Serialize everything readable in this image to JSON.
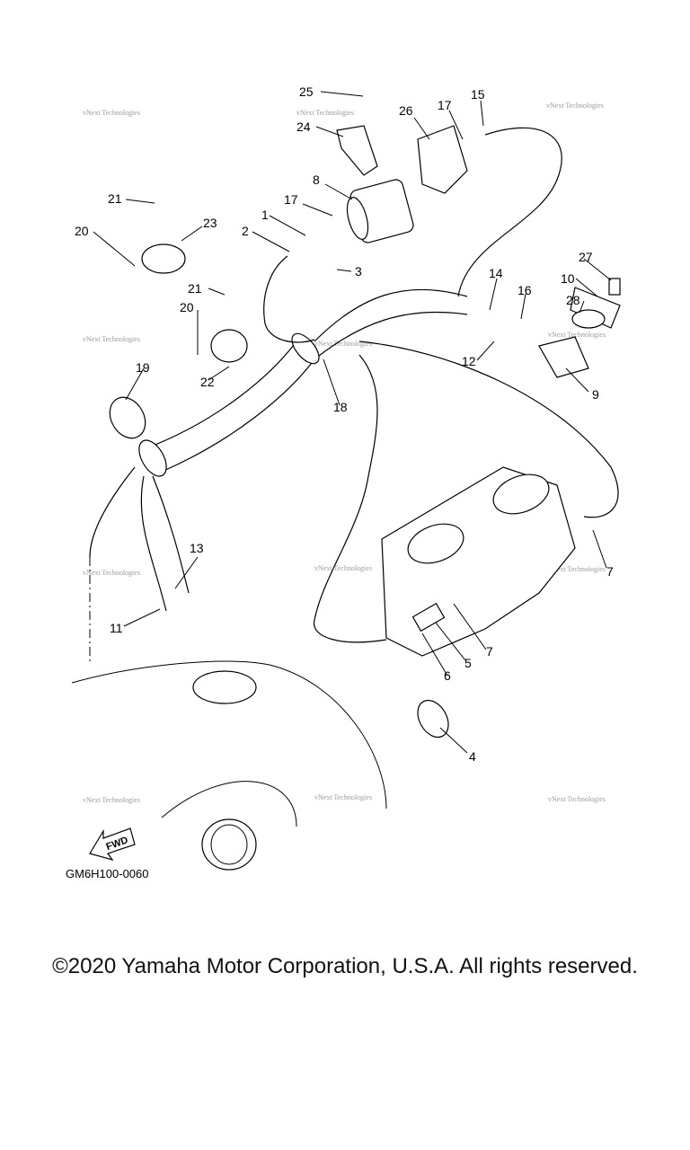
{
  "diagram": {
    "callouts": [
      "1",
      "2",
      "3",
      "4",
      "5",
      "6",
      "7",
      "7",
      "8",
      "9",
      "10",
      "11",
      "12",
      "13",
      "14",
      "15",
      "16",
      "17",
      "17",
      "18",
      "19",
      "20",
      "20",
      "21",
      "21",
      "22",
      "23",
      "24",
      "25",
      "26",
      "27",
      "28"
    ],
    "watermark": "vNext Technologies",
    "drawing_code": "GM6H100-0060",
    "fwd_label": "FWD"
  },
  "footer": {
    "copyright": "©2020 Yamaha Motor Corporation, U.S.A. All rights reserved."
  }
}
